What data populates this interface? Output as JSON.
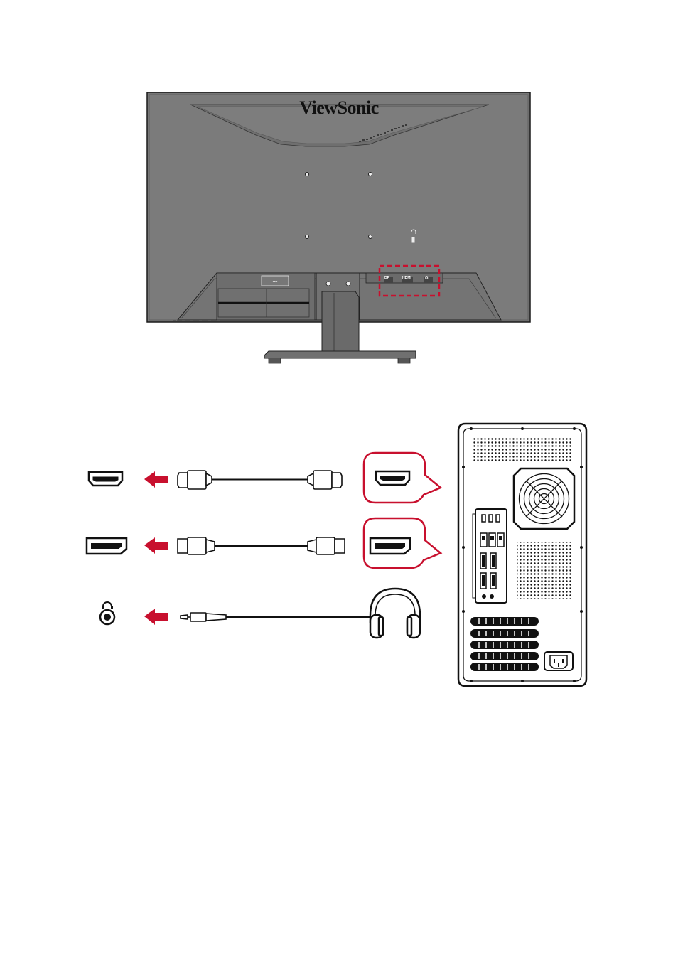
{
  "monitor": {
    "brand": "ViewSonic",
    "ports": [
      {
        "name": "DP",
        "label": "DP"
      },
      {
        "name": "HDMI",
        "label": "HDMI"
      },
      {
        "name": "audio-out",
        "label": "☊"
      }
    ],
    "power_symbol": "~"
  },
  "colors": {
    "accent_red": "#c8102e",
    "monitor_fill": "#7a7a7a",
    "monitor_dark": "#5c5c5c",
    "outline": "#1a1a1a"
  },
  "connections": [
    {
      "name": "hdmi",
      "port_icon": "hdmi-port-icon",
      "cable_icon": "hdmi-cable-icon",
      "target": "pc-hdmi-port"
    },
    {
      "name": "displayport",
      "port_icon": "displayport-port-icon",
      "cable_icon": "displayport-cable-icon",
      "target": "pc-displayport-port"
    },
    {
      "name": "audio",
      "port_icon": "headphone-jack-icon",
      "cable_icon": "audio-cable-icon",
      "target": "headphones-icon"
    }
  ]
}
